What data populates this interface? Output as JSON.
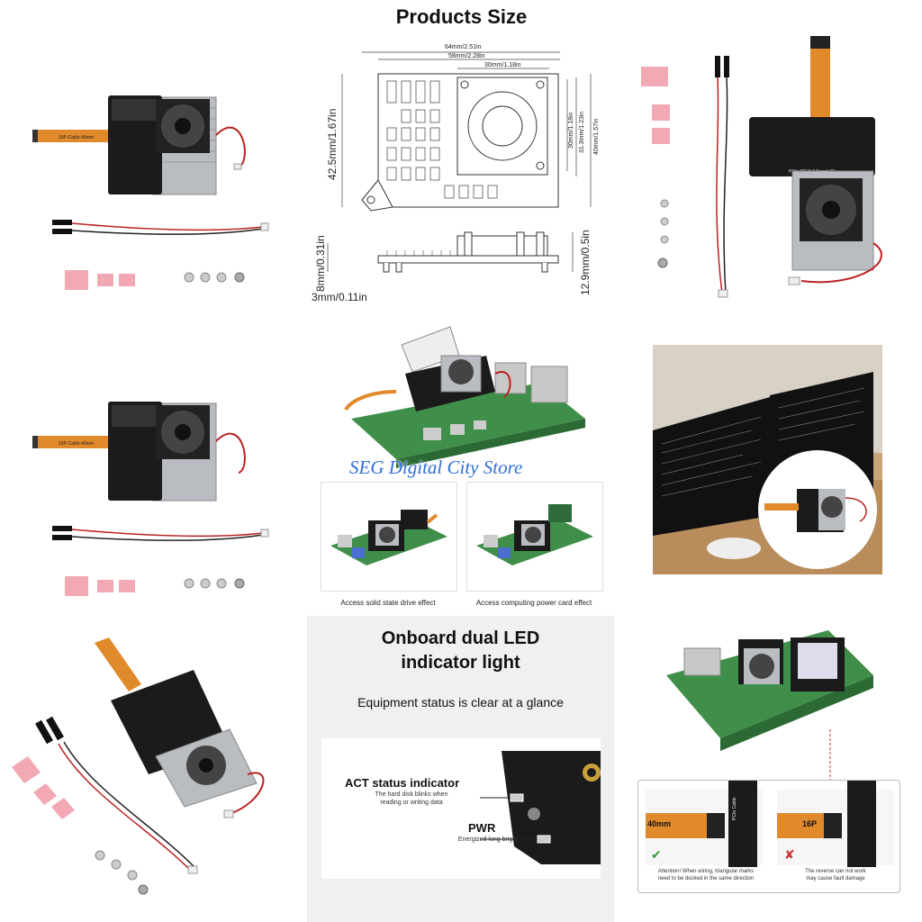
{
  "products_size": {
    "title": "Products Size",
    "dims": {
      "w_overall": "64mm/2.51in",
      "w_holes": "58mm/2.28in",
      "w_fan": "30mm/1.18in",
      "h_overall": "42.5mm/1.67in",
      "fan_h": "30mm/1.18in",
      "hole_h": "31.3mm/1.23in",
      "body_h": "40mm/1.57in",
      "side_h": "12.9mm/0.5in",
      "foot": "8mm/0.31in",
      "base": "3mm/0.11in"
    }
  },
  "board_labels": {
    "cable": "16P-Cable-40mm",
    "pcie": "PCIe TO M.2 Board (C)",
    "pcie_short": "PCIe Cable"
  },
  "watermark": "SEG Digital City Store",
  "effects": {
    "ssd": "Access solid state drive effect",
    "card": "Access computing power card effect"
  },
  "led_panel": {
    "title_line1": "Onboard dual LED",
    "title_line2": "indicator light",
    "subtitle": "Equipment status is clear at a glance",
    "act_label": "ACT status indicator",
    "act_desc_1": "The hard disk blinks when",
    "act_desc_2": "reading or writing data",
    "pwr_label": "PWR",
    "pwr_desc": "Energized long bright"
  },
  "wiring": {
    "left_len": "40mm",
    "right_len": "16P",
    "left_caption_1": "Attention! When wiring, triangular marks",
    "left_caption_2": "need to be docked in the same direction",
    "right_caption_1": "The reverse can not work",
    "right_caption_2": "may cause fault damage",
    "ok_mark": "✔",
    "bad_mark": "✘"
  },
  "colors": {
    "pcb": "#1b1b1b",
    "heatsink": "#b9bcc0",
    "flex": "#e08a2c",
    "pad": "#f2a9b4",
    "blue": "#2f6fd6"
  }
}
